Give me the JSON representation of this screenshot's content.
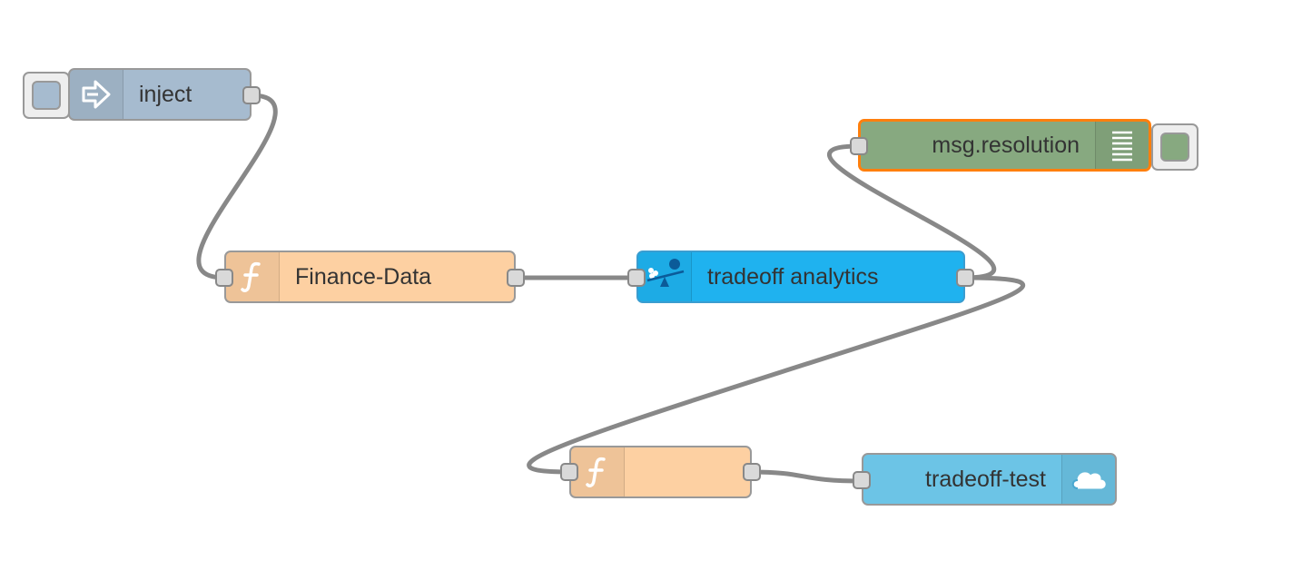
{
  "flow": {
    "nodes": {
      "inject": {
        "label": "inject",
        "type": "inject",
        "icon": "arrow-in-icon",
        "color": "#a6bbcf"
      },
      "finance_data": {
        "label": "Finance-Data",
        "type": "function",
        "icon": "function-icon",
        "color": "#fdd0a2"
      },
      "tradeoff_analytics": {
        "label": "tradeoff analytics",
        "type": "watson tradeoff analytics",
        "icon": "seesaw-icon",
        "color": "#1fb2ef"
      },
      "msg_resolution": {
        "label": "msg.resolution",
        "type": "debug",
        "icon": "debug-list-icon",
        "color": "#87a980",
        "selected": true
      },
      "function_unnamed": {
        "label": "",
        "type": "function",
        "icon": "function-icon",
        "color": "#fdd0a2"
      },
      "tradeoff_test": {
        "label": "tradeoff-test",
        "type": "cloudant out",
        "icon": "cloud-icon",
        "color": "#6cc4e6"
      }
    },
    "wires": [
      [
        "inject",
        "finance_data"
      ],
      [
        "finance_data",
        "tradeoff_analytics"
      ],
      [
        "tradeoff_analytics",
        "msg_resolution"
      ],
      [
        "tradeoff_analytics",
        "function_unnamed"
      ],
      [
        "function_unnamed",
        "tradeoff_test"
      ]
    ]
  }
}
